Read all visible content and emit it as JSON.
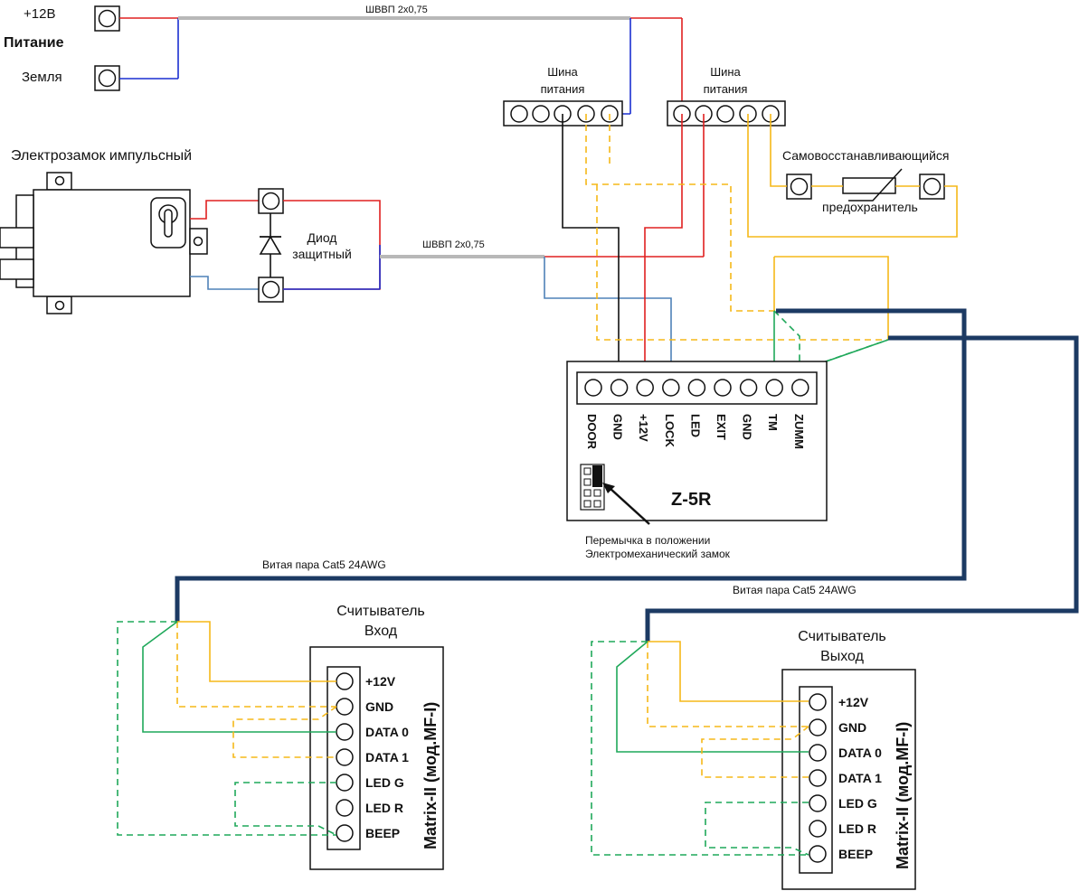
{
  "colors": {
    "red": "#e02020",
    "blue": "#1a2fd0",
    "gray": "#b8b8b8",
    "black": "#111111",
    "orange": "#f5b818",
    "green": "#1fa85a",
    "navy": "#1c3a63",
    "steel": "#4f82b8"
  },
  "power": {
    "plus_label": "+12В",
    "title": "Питание",
    "ground_label": "Земля"
  },
  "cables": {
    "top_cable": "ШВВП 2х0,75",
    "lock_cable": "ШВВП 2х0,75",
    "reader_in_cable": "Витая пара Cat5 24AWG",
    "reader_out_cable": "Витая пара Cat5 24AWG"
  },
  "lock": {
    "title": "Электрозамок импульсный"
  },
  "diode": {
    "line1": "Диод",
    "line2": "защитный"
  },
  "bus_left": {
    "line1": "Шина",
    "line2": "питания"
  },
  "bus_right": {
    "line1": "Шина",
    "line2": "питания"
  },
  "fuse": {
    "line1": "Самовосстанавливающийся",
    "line2": "предохранитель"
  },
  "controller": {
    "name": "Z-5R",
    "terminals": [
      "DOOR",
      "GND",
      "+12V",
      "LOCK",
      "LED",
      "EXIT",
      "GND",
      "TM",
      "ZUMM"
    ],
    "jumper_note_line1": "Перемычка в положении",
    "jumper_note_line2": "Электромеханический замок"
  },
  "reader_in": {
    "title_line1": "Считыватель",
    "title_line2": "Вход",
    "model": "Matrix-II (мод.MF-I)",
    "pins": [
      "+12V",
      "GND",
      "DATA 0",
      "DATA 1",
      "LED G",
      "LED R",
      "BEEP"
    ]
  },
  "reader_out": {
    "title_line1": "Считыватель",
    "title_line2": "Выход",
    "model": "Matrix-II (мод.MF-I)",
    "pins": [
      "+12V",
      "GND",
      "DATA 0",
      "DATA 1",
      "LED G",
      "LED R",
      "BEEP"
    ]
  }
}
